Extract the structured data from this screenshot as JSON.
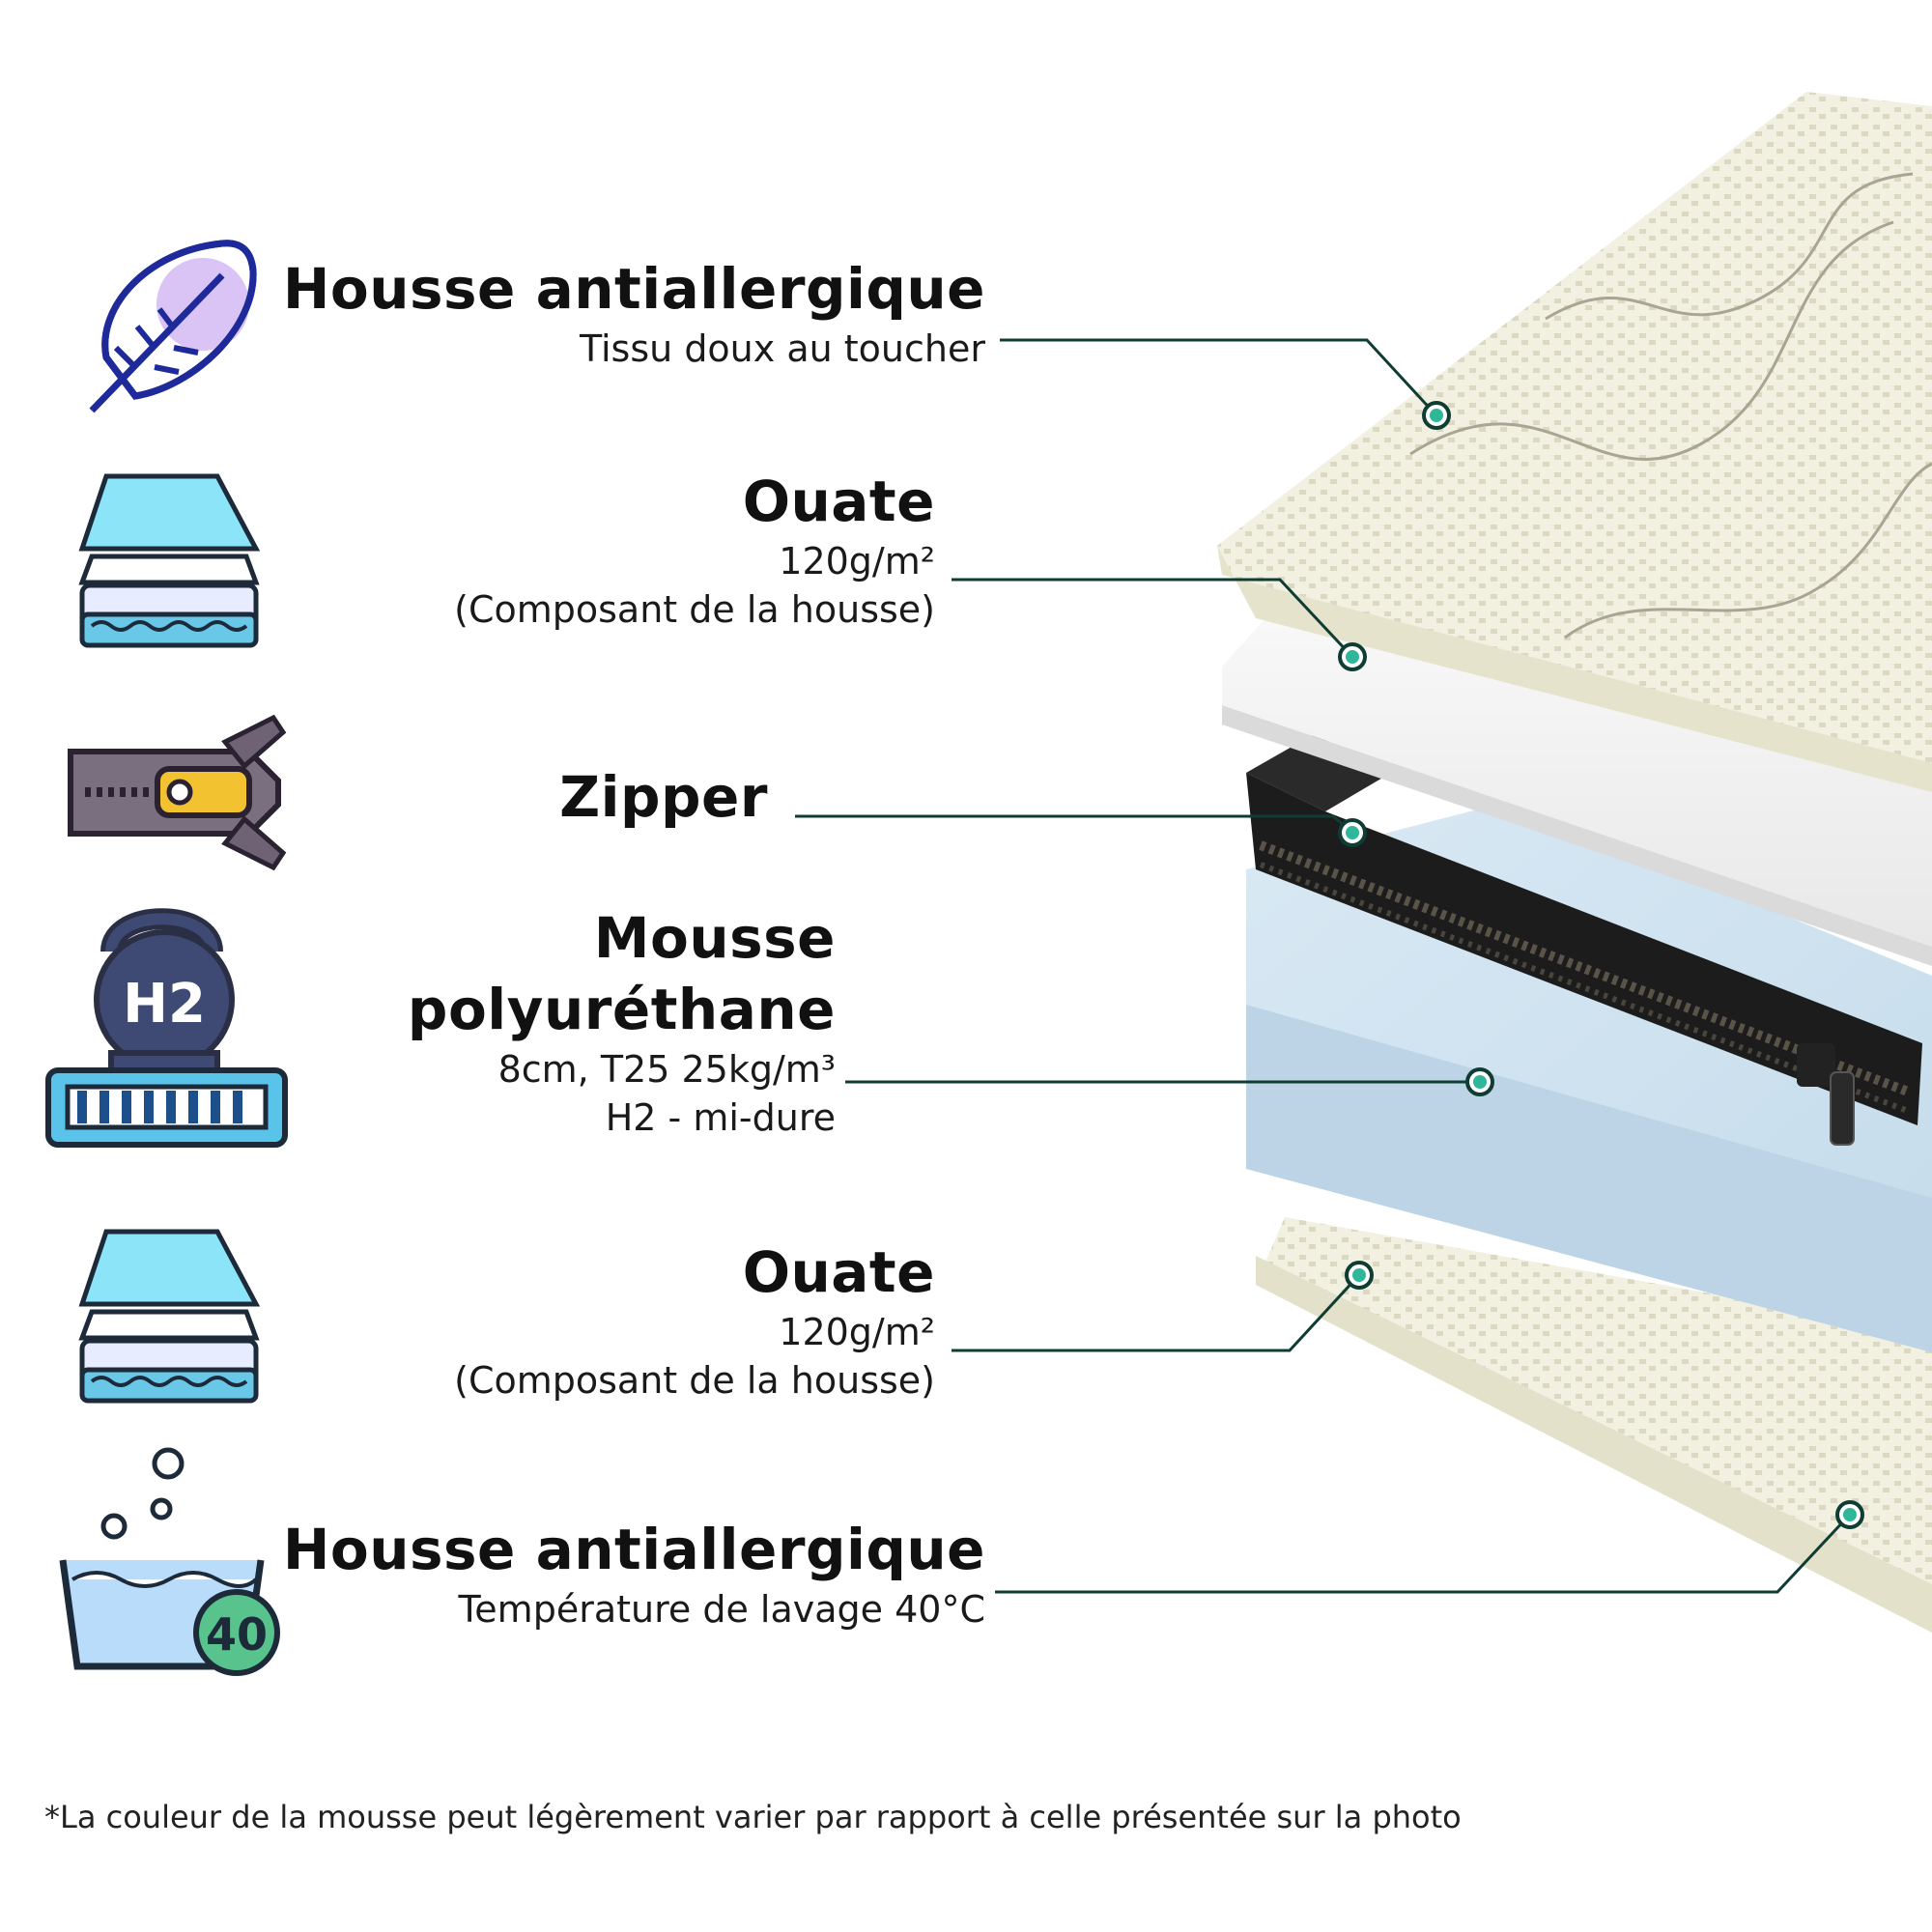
{
  "layers": [
    {
      "title": "Housse antiallergique",
      "lines": [
        "Tissu doux au toucher"
      ],
      "icon": "feather-icon"
    },
    {
      "title": "Ouate",
      "lines": [
        "120g/m²",
        "(Composant de la housse)"
      ],
      "icon": "layers-icon"
    },
    {
      "title": "Zipper",
      "lines": [],
      "icon": "zipper-icon"
    },
    {
      "title_lines": [
        "Mousse",
        "polyuréthane"
      ],
      "lines": [
        "8cm, T25 25kg/m³",
        "H2 - mi-dure"
      ],
      "icon": "kettlebell-mattress-icon",
      "badge": "H2"
    },
    {
      "title": "Ouate",
      "lines": [
        "120g/m²",
        "(Composant de la housse)"
      ],
      "icon": "layers-icon"
    },
    {
      "title": "Housse antiallergique",
      "lines": [
        "Température de lavage 40°C"
      ],
      "icon": "wash-basin-icon",
      "badge": "40"
    }
  ],
  "footnote": "*La couleur de la mousse peut légèrement varier par rapport à celle présentée sur la photo",
  "colors": {
    "leader": "#0f3d33",
    "dot": "#2fb79a",
    "cover": "#f1efdf",
    "wadding": "#f3f3f3",
    "foam": "#cfe3f0",
    "zipper": "#1c1c1c"
  }
}
